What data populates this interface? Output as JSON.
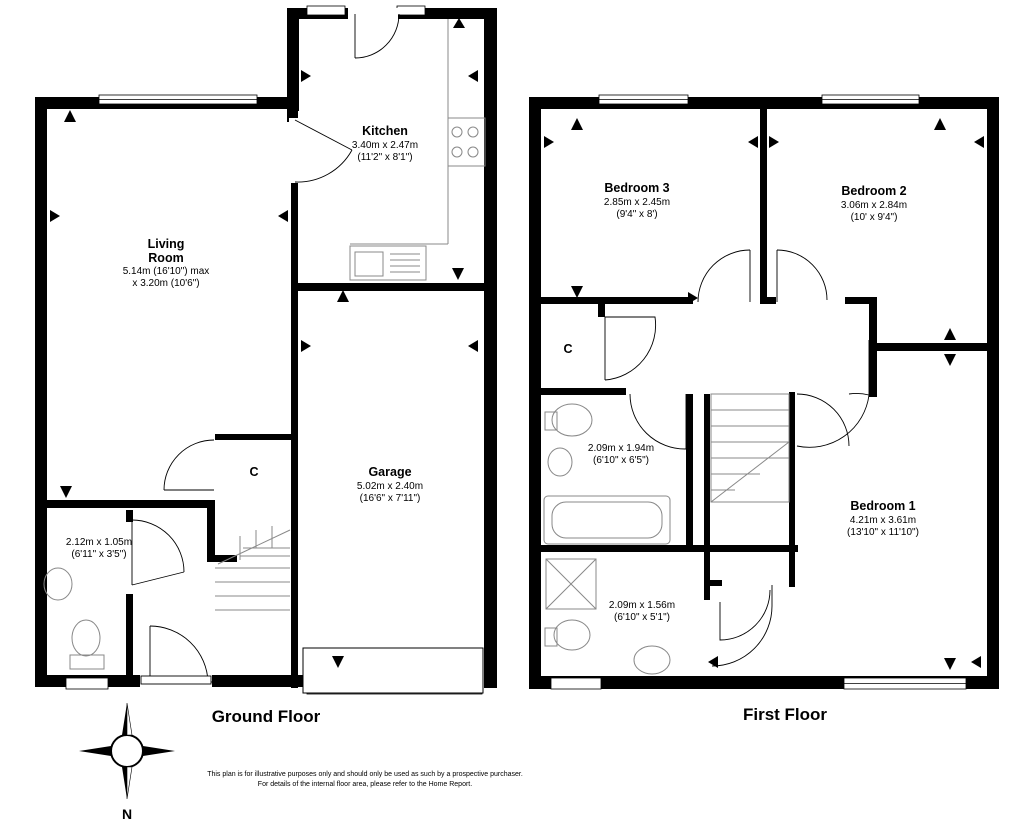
{
  "ground_floor": {
    "label": "Ground Floor",
    "rooms": {
      "kitchen": {
        "name": "Kitchen",
        "dim_m": "3.40m x 2.47m",
        "dim_ft": "(11'2\" x 8'1\")"
      },
      "living_room": {
        "name_line1": "Living",
        "name_line2": "Room",
        "dim_m": "5.14m (16'10\") max",
        "dim_ft": "x 3.20m (10'6\")"
      },
      "cupboard": {
        "name": "C"
      },
      "garage": {
        "name": "Garage",
        "dim_m": "5.02m x 2.40m",
        "dim_ft": "(16'6\" x 7'11\")"
      },
      "wc": {
        "dim_m": "2.12m x 1.05m",
        "dim_ft": "(6'11\" x 3'5\")"
      }
    }
  },
  "first_floor": {
    "label": "First Floor",
    "rooms": {
      "bedroom3": {
        "name": "Bedroom 3",
        "dim_m": "2.85m x 2.45m",
        "dim_ft": "(9'4\" x 8')"
      },
      "bedroom2": {
        "name": "Bedroom 2",
        "dim_m": "3.06m x 2.84m",
        "dim_ft": "(10' x 9'4\")"
      },
      "bedroom1": {
        "name": "Bedroom 1",
        "dim_m": "4.21m x 3.61m",
        "dim_ft": "(13'10\" x 11'10\")"
      },
      "cupboard": {
        "name": "C"
      },
      "bathroom": {
        "dim_m": "2.09m x 1.94m",
        "dim_ft": "(6'10\" x 6'5\")"
      },
      "shower_room": {
        "dim_m": "2.09m x 1.56m",
        "dim_ft": "(6'10\" x 5'1\")"
      }
    }
  },
  "compass": {
    "north_label": "N"
  },
  "disclaimer": {
    "line1": "This plan is for illustrative purposes only and should only be used as such by a prospective purchaser.",
    "line2": "For details of the internal floor area, please refer to the Home Report."
  },
  "colors": {
    "wall": "#000000",
    "background": "#ffffff",
    "fixture": "#888888"
  }
}
